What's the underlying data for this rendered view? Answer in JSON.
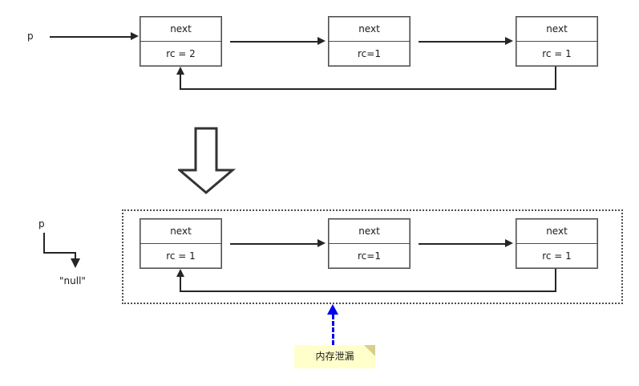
{
  "diagram": {
    "title_text": "",
    "colors": {
      "node_border": "#4d4d4d",
      "line": "#262626",
      "group_border": "#4d4d4d",
      "note_fill": "#ffffcc",
      "note_fold": "#d9cf8c",
      "blue_connector": "#0000ee",
      "background": "#ffffff"
    },
    "before": {
      "pointer_label": "p",
      "nodes": [
        {
          "next_label": "next",
          "rc_label": "rc = 2"
        },
        {
          "next_label": "next",
          "rc_label": "rc=1"
        },
        {
          "next_label": "next",
          "rc_label": "rc = 1"
        }
      ]
    },
    "transition": {
      "icon": "down-block-arrow"
    },
    "after": {
      "pointer_label": "p",
      "null_label": "\"null\"",
      "nodes": [
        {
          "next_label": "next",
          "rc_label": "rc = 1"
        },
        {
          "next_label": "next",
          "rc_label": "rc=1"
        },
        {
          "next_label": "next",
          "rc_label": "rc = 1"
        }
      ]
    },
    "annotation": {
      "note_text": "内存泄漏"
    }
  }
}
